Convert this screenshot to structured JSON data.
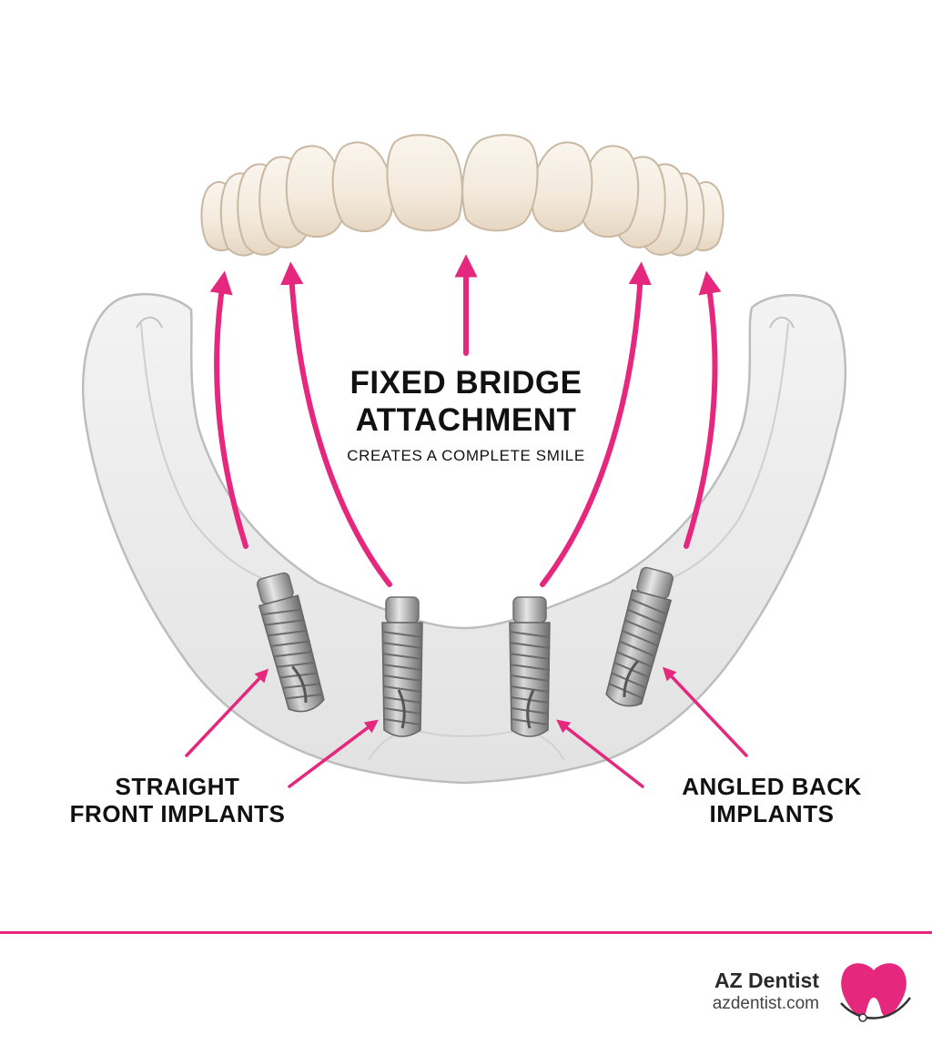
{
  "diagram": {
    "title_lines": [
      "FIXED BRIDGE",
      "ATTACHMENT"
    ],
    "subtitle": "CREATES A COMPLETE SMILE",
    "left_label_lines": [
      "STRAIGHT",
      "FRONT IMPLANTS"
    ],
    "right_label_lines": [
      "ANGLED BACK",
      "IMPLANTS"
    ]
  },
  "brand": {
    "name": "AZ Dentist",
    "url": "azdentist.com"
  },
  "colors": {
    "accent": "#e5287d",
    "bone_fill": "#ececec",
    "bone_stroke": "#c4c4c4",
    "tooth_fill": "#f5ede2",
    "implant_metal": "#a8a8a8"
  }
}
